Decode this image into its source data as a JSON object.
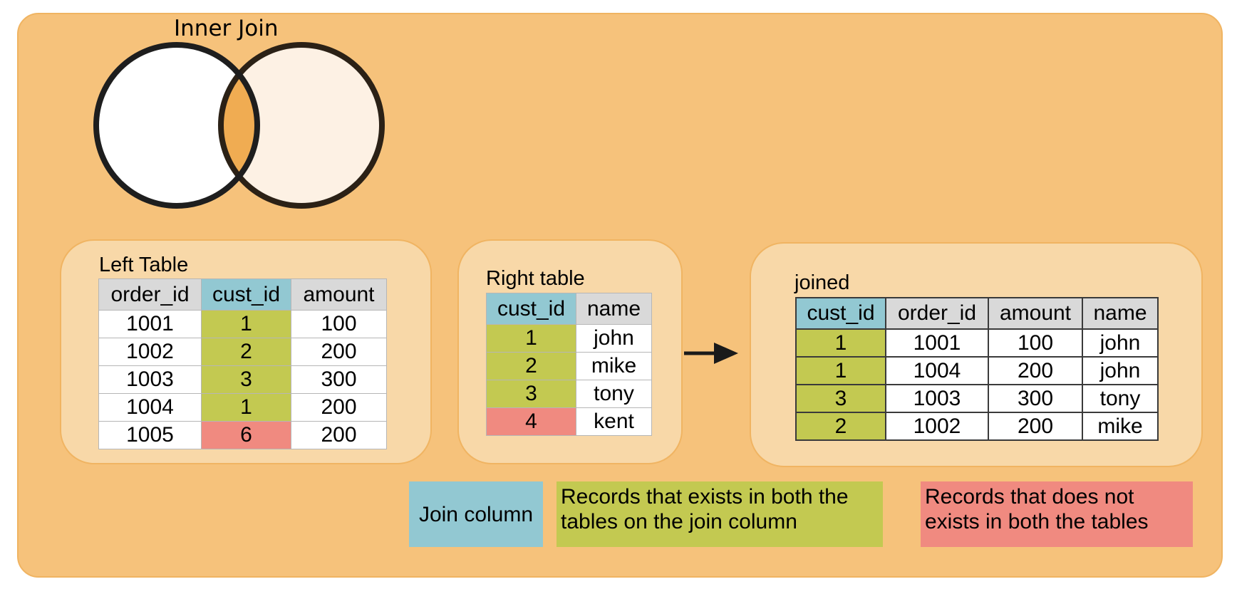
{
  "venn": {
    "title": "Inner Join",
    "colors": {
      "left_fill": "#ffffff",
      "right_fill": "#fdf1e4",
      "overlap_fill": "#f0ac52",
      "stroke": "#1e1e1e"
    }
  },
  "left_table": {
    "title": "Left Table",
    "headers": [
      "order_id",
      "cust_id",
      "amount"
    ],
    "rows": [
      [
        "1001",
        "1",
        "100"
      ],
      [
        "1002",
        "2",
        "200"
      ],
      [
        "1003",
        "3",
        "300"
      ],
      [
        "1004",
        "1",
        "200"
      ],
      [
        "1005",
        "6",
        "200"
      ]
    ]
  },
  "right_table": {
    "title": "Right table",
    "headers": [
      "cust_id",
      "name"
    ],
    "rows": [
      [
        "1",
        "john"
      ],
      [
        "2",
        "mike"
      ],
      [
        "3",
        "tony"
      ],
      [
        "4",
        "kent"
      ]
    ]
  },
  "joined_table": {
    "title": "joined",
    "headers": [
      "cust_id",
      "order_id",
      "amount",
      "name"
    ],
    "rows": [
      [
        "1",
        "1001",
        "100",
        "john"
      ],
      [
        "1",
        "1004",
        "200",
        "john"
      ],
      [
        "3",
        "1003",
        "300",
        "tony"
      ],
      [
        "2",
        "1002",
        "200",
        "mike"
      ]
    ]
  },
  "legend": {
    "join_column": "Join column",
    "match_line1": "Records that exists in both the",
    "match_line2": "tables on the join column",
    "miss_line1": "Records that does not",
    "miss_line2": "exists in both the tables"
  },
  "colors": {
    "background": "#f6c27b",
    "panel": "#f8d8a8",
    "join_column": "#92c8d2",
    "match": "#c3c951",
    "no_match": "#f08a80",
    "header": "#d9d9d9"
  }
}
